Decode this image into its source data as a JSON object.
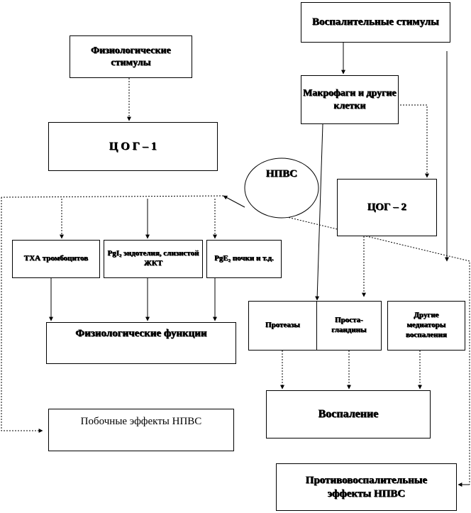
{
  "nodes": {
    "inflammatory_stimuli": "Воспалительные стимулы",
    "physiological_stimuli": "Физиологические стимулы",
    "cox1": "Ц О Г – 1",
    "macrophages": "Макрофаги и другие клетки",
    "nsaid": "НПВС",
    "cox2": "ЦОГ – 2",
    "txa": "ТХА тромбоцитов",
    "pgi": "PgI₂ эндотелия, слизистой ЖКТ",
    "pge2": "PgE₂ почки и т.д.",
    "proteases": "Протеазы",
    "prostaglandins": "Проста-гландины",
    "other_mediators": "Другие медиаторы воспаления",
    "physiological_functions": "Физиологические функции",
    "side_effects": "Побочные эффекты НПВС",
    "inflammation": "Воспаление",
    "anti_inflammatory": "Противовоспалительные эффекты НПВС"
  }
}
